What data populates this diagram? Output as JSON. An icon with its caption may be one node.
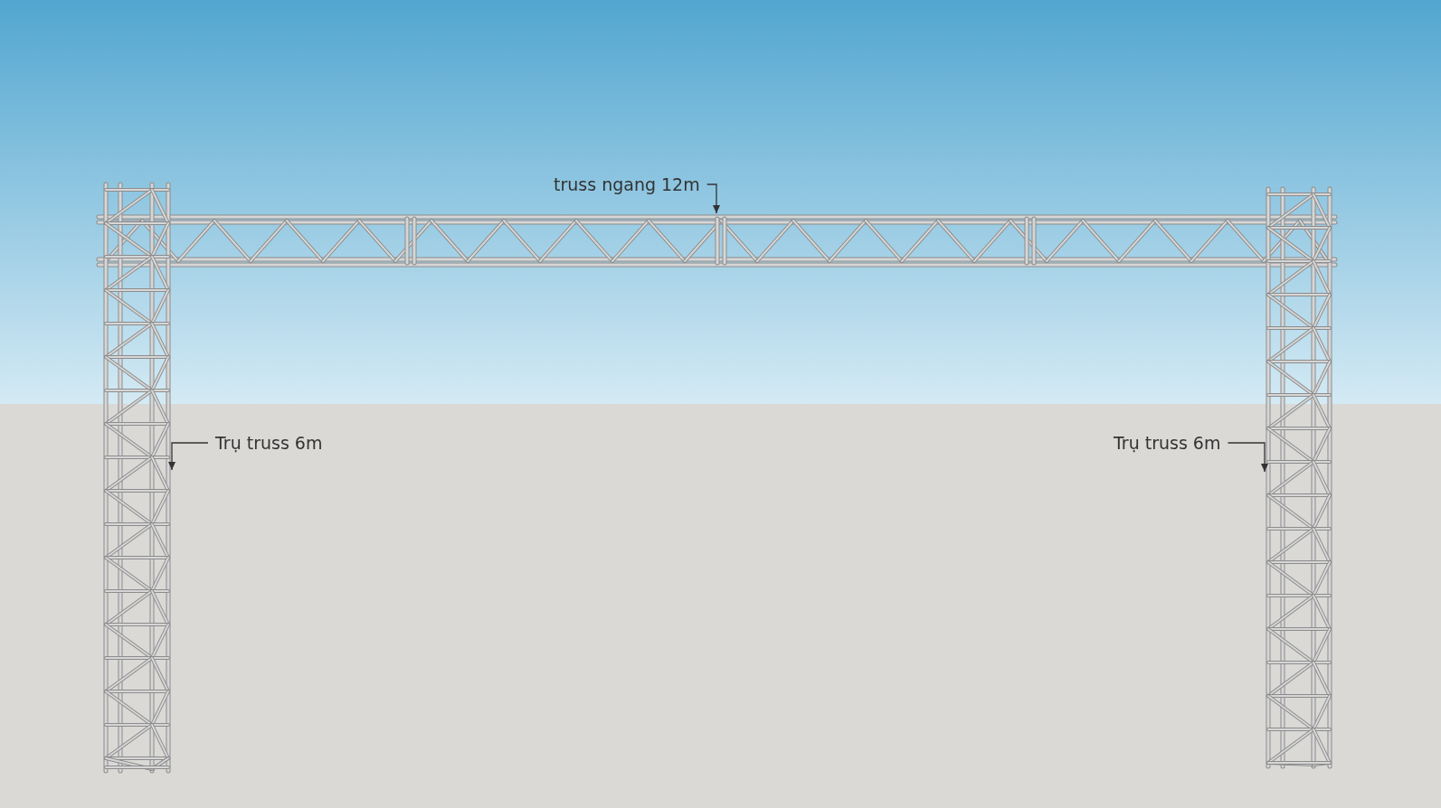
{
  "diagram": {
    "nodes": [
      {
        "text": [
          "truss ngang 12m"
        ]
      },
      {
        "text": [],
        "shape": "picture"
      },
      {
        "text": [
          "Trụ truss 6m"
        ]
      },
      {
        "text": [],
        "shape": "picture"
      },
      {
        "text": [
          "Trụ truss 6m"
        ]
      },
      {
        "text": [],
        "shape": "picture"
      }
    ],
    "edges": [
      {
        "from": 0,
        "to": 1,
        "arrow": "to"
      },
      {
        "from": 2,
        "to": 3,
        "arrow": "to"
      },
      {
        "from": 4,
        "to": 5,
        "arrow": "to"
      }
    ]
  }
}
